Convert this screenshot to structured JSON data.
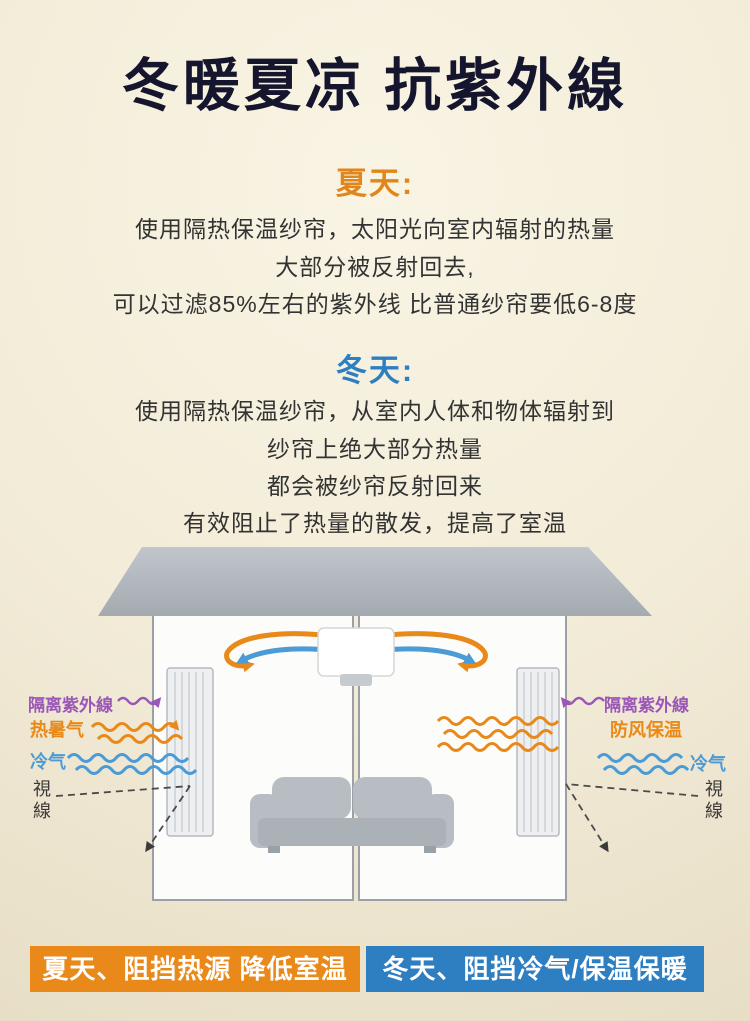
{
  "title": "冬暖夏凉 抗紫外線",
  "summer": {
    "heading": "夏天:",
    "lines": [
      "使用隔热保温纱帘，太阳光向室内辐射的热量",
      "大部分被反射回去,",
      "可以过滤85%左右的紫外线 比普通纱帘要低6-8度"
    ]
  },
  "winter": {
    "heading": "冬天:",
    "lines": [
      "使用隔热保温纱帘，从室内人体和物体辐射到",
      "纱帘上绝大部分热量",
      "都会被纱帘反射回来",
      "有效阻止了热量的散发，提高了室温"
    ]
  },
  "diagram": {
    "left": {
      "uv": "隔离紫外線",
      "heat": "热暑气",
      "cold": "冷气",
      "sight": "視線"
    },
    "right": {
      "uv": "隔离紫外線",
      "wind": "防风保温",
      "cold": "冷气",
      "sight": "視線"
    }
  },
  "banners": {
    "summer": "夏天、阻挡热源 降低室温",
    "winter": "冬天、阻挡冷气/保温保暖"
  },
  "colors": {
    "orange": "#e8891a",
    "blue": "#2e7fc2",
    "purple": "#9b57b5",
    "light_blue": "#4a9bd6",
    "roof_gray": "#aeb4ba",
    "sofa_gray": "#b7bdc3"
  }
}
